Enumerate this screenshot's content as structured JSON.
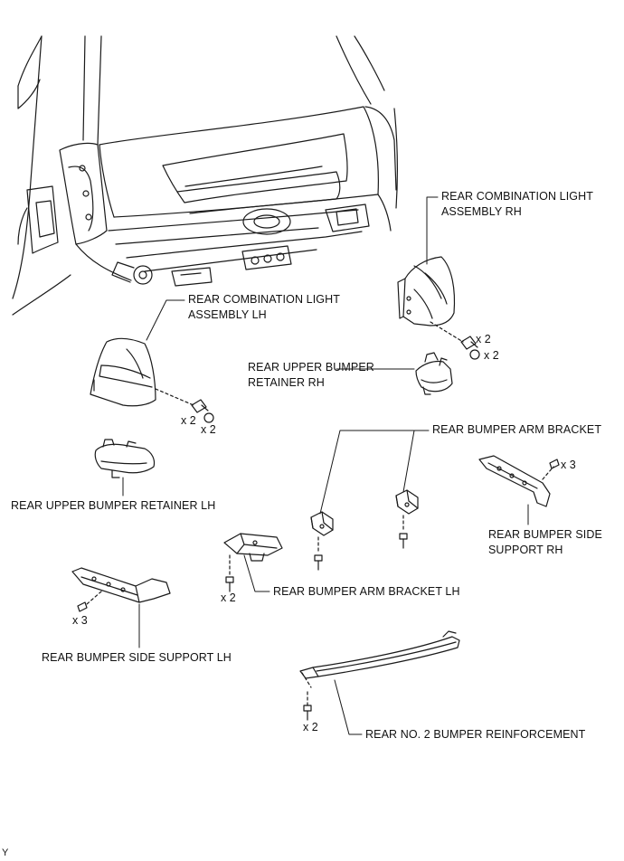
{
  "labels": {
    "comb_light_rh_1": "REAR COMBINATION LIGHT",
    "comb_light_rh_2": "ASSEMBLY RH",
    "comb_light_lh_1": "REAR COMBINATION LIGHT",
    "comb_light_lh_2": "ASSEMBLY LH",
    "upper_retainer_rh_1": "REAR UPPER BUMPER",
    "upper_retainer_rh_2": "RETAINER RH",
    "upper_retainer_lh": "REAR UPPER BUMPER RETAINER LH",
    "arm_bracket": "REAR BUMPER ARM BRACKET",
    "side_support_rh_1": "REAR BUMPER SIDE",
    "side_support_rh_2": "SUPPORT RH",
    "arm_bracket_lh": "REAR BUMPER ARM BRACKET LH",
    "side_support_lh": "REAR BUMPER SIDE SUPPORT LH",
    "reinforcement": "REAR NO. 2 BUMPER REINFORCEMENT"
  },
  "quantities": {
    "rh_light_bolt": "x 2",
    "rh_light_clip": "x 2",
    "lh_light_bolt": "x 2",
    "lh_light_clip": "x 2",
    "side_support_rh_bolt": "x 3",
    "arm_bracket_lh_bolt": "x 2",
    "side_support_lh_bolt": "x 3",
    "reinforcement_bolt": "x 2"
  },
  "figure_code": "Y"
}
